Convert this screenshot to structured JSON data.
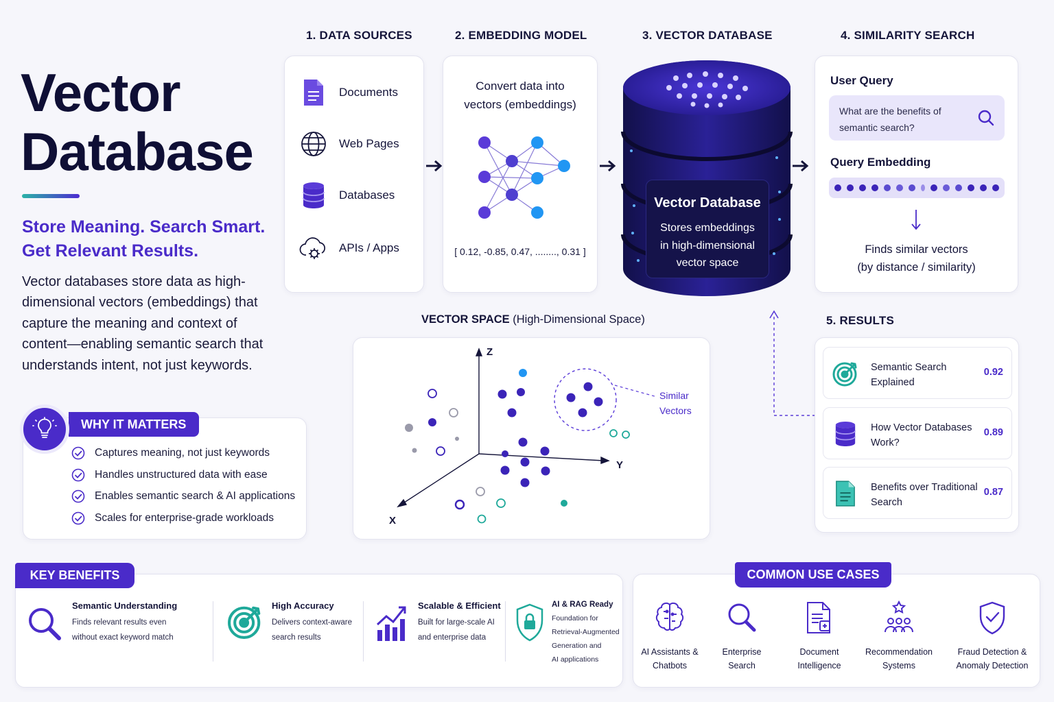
{
  "hero": {
    "title_line1": "Vector",
    "title_line2": "Database",
    "tagline_line1": "Store Meaning. Search Smart.",
    "tagline_line2": "Get Relevant Results.",
    "description": "Vector databases store data as high-dimensional vectors (embeddings) that capture the meaning and context of content—enabling semantic search that understands intent, not just keywords."
  },
  "why": {
    "label": "WHY IT MATTERS",
    "items": [
      "Captures meaning, not just keywords",
      "Handles unstructured data with ease",
      "Enables semantic search & AI applications",
      "Scales for enterprise-grade workloads"
    ]
  },
  "steps": {
    "s1": "1. DATA SOURCES",
    "s2": "2. EMBEDDING MODEL",
    "s3": "3. VECTOR DATABASE",
    "s4": "4. SIMILARITY SEARCH",
    "s5": "5. RESULTS"
  },
  "sources": [
    {
      "label": "Documents",
      "icon": "document-icon"
    },
    {
      "label": "Web Pages",
      "icon": "globe-icon"
    },
    {
      "label": "Databases",
      "icon": "database-icon"
    },
    {
      "label": "APIs / Apps",
      "icon": "cloud-gear-icon"
    }
  ],
  "embedding": {
    "text_line1": "Convert data into",
    "text_line2": "vectors (embeddings)",
    "vector": "[ 0.12, -0.85, 0.47, ........, 0.31 ]"
  },
  "db": {
    "title": "Vector Database",
    "line1": "Stores embeddings",
    "line2": "in high-dimensional",
    "line3": "vector space"
  },
  "search": {
    "query_label": "User Query",
    "query_text_line1": "What are the benefits of",
    "query_text_line2": "semantic search?",
    "embedding_label": "Query Embedding",
    "finds_line1": "Finds similar vectors",
    "finds_line2": "(by distance / similarity)"
  },
  "space": {
    "title_bold": "VECTOR SPACE",
    "title_rest": " (High-Dimensional Space)",
    "axis_z": "Z",
    "axis_y": "Y",
    "axis_x": "X",
    "similar_line1": "Similar",
    "similar_line2": "Vectors"
  },
  "results": [
    {
      "title": "Semantic Search Explained",
      "score": "0.92",
      "icon": "target-icon"
    },
    {
      "title": "How Vector Databases Work?",
      "score": "0.89",
      "icon": "database-icon"
    },
    {
      "title": "Benefits over Traditional Search",
      "score": "0.87",
      "icon": "document-icon"
    }
  ],
  "benefits": {
    "label": "KEY BENEFITS",
    "items": [
      {
        "title": "Semantic Understanding",
        "d1": "Finds relevant results even",
        "d2": "without exact keyword match"
      },
      {
        "title": "High Accuracy",
        "d1": "Delivers context-aware",
        "d2": "search results"
      },
      {
        "title": "Scalable & Efficient",
        "d1": "Built for large-scale AI",
        "d2": "and enterprise data"
      },
      {
        "title": "AI & RAG Ready",
        "d1": "Foundation for",
        "d2": "Retrieval-Augmented",
        "d3": "Generation and",
        "d4": "AI applications"
      }
    ]
  },
  "usecases": {
    "label": "COMMON USE CASES",
    "items": [
      {
        "l1": "AI Assistants &",
        "l2": "Chatbots",
        "icon": "brain-icon"
      },
      {
        "l1": "Enterprise",
        "l2": "Search",
        "icon": "search-icon"
      },
      {
        "l1": "Document",
        "l2": "Intelligence",
        "icon": "document-icon"
      },
      {
        "l1": "Recommendation",
        "l2": "Systems",
        "icon": "users-star-icon"
      },
      {
        "l1": "Fraud Detection &",
        "l2": "Anomaly Detection",
        "icon": "shield-check-icon"
      }
    ]
  },
  "colors": {
    "primary": "#4a2bc9",
    "teal": "#1fa99a",
    "dark": "#15153a",
    "blue": "#2196f3"
  }
}
